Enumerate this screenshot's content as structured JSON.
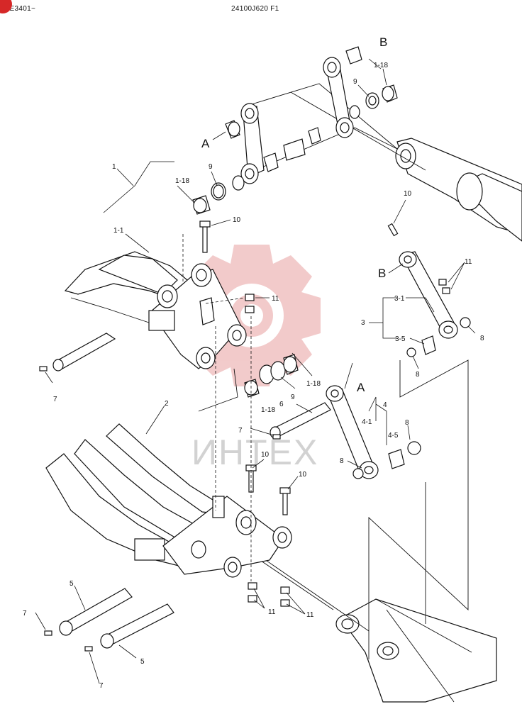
{
  "header": {
    "left_code": "CE3401~",
    "right_code": "24100J620 F1"
  },
  "watermark": {
    "text": "ИНТЕХ",
    "color": "#e8a0a0",
    "badge_color": "#d62828"
  },
  "callouts": {
    "A": "A",
    "B": "B",
    "n1": "1",
    "n1_1": "1-1",
    "n1_18": "1-18",
    "n2": "2",
    "n3": "3",
    "n3_1": "3-1",
    "n3_5": "3-5",
    "n4": "4",
    "n4_1": "4-1",
    "n4_5": "4-5",
    "n5": "5",
    "n6": "6",
    "n7": "7",
    "n8": "8",
    "n9": "9",
    "n10": "10",
    "n11": "11"
  }
}
